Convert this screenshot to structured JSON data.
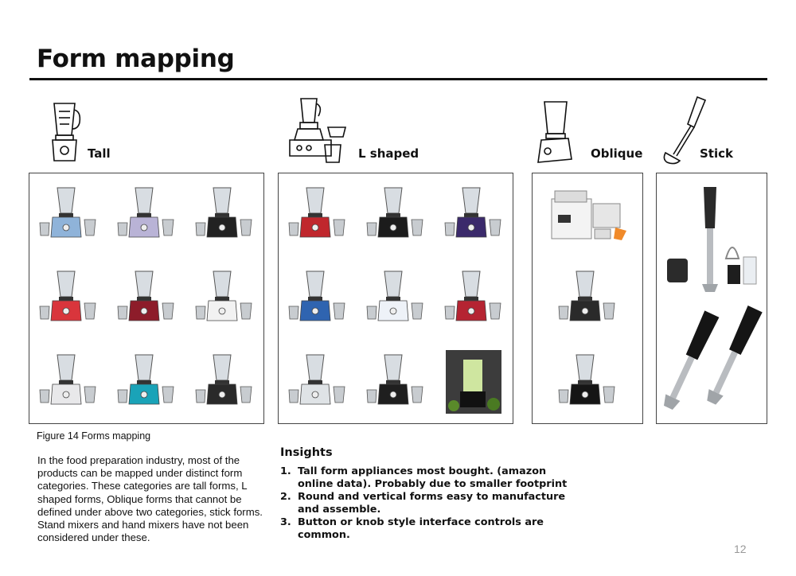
{
  "page": {
    "title": "Form mapping",
    "page_number": "12"
  },
  "categories": [
    {
      "label": "Tall",
      "icon": "tall-mixer-sketch-icon"
    },
    {
      "label": "L shaped",
      "icon": "l-shaped-mixer-sketch-icon"
    },
    {
      "label": "Oblique",
      "icon": "oblique-mixer-sketch-icon"
    },
    {
      "label": "Stick",
      "icon": "stick-blender-sketch-icon"
    }
  ],
  "caption": "Figure 14 Forms mapping",
  "paragraph": "In the food preparation industry, most of the products can be mapped under distinct form categories. These categories are tall forms, L shaped forms, Oblique forms that cannot be defined under above two categories, stick forms. Stand mixers and hand mixers have not been considered under these.",
  "insights": {
    "title": "Insights",
    "items": [
      {
        "num": "1.",
        "text": "Tall form appliances most bought. (amazon online data). Probably due to smaller footprint"
      },
      {
        "num": "2.",
        "text": "Round and vertical forms easy to manufacture and assemble."
      },
      {
        "num": "3.",
        "text": "Button or knob style interface controls are common."
      }
    ]
  },
  "colors": {
    "accent_blue": "#8fb3d9",
    "accent_red": "#c0272d",
    "accent_teal": "#1aa3b8",
    "dark_body": "#222222",
    "steel": "#b9bcc0"
  }
}
